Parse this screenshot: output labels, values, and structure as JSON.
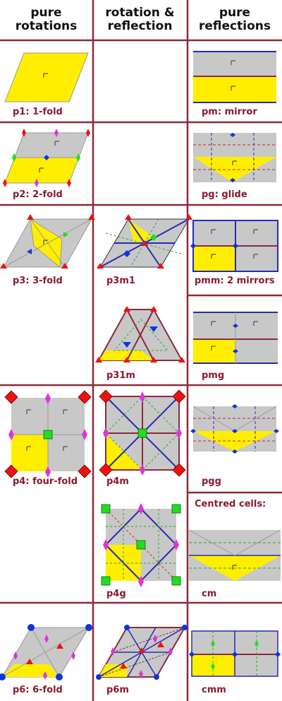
{
  "headers": {
    "rotations": [
      "pure",
      "rotations"
    ],
    "mixed": [
      "rotation &",
      "reflection"
    ],
    "reflections": [
      "pure",
      "reflections"
    ]
  },
  "labels": {
    "p1": "p1: 1-fold",
    "p2": "p2: 2-fold",
    "p3": "p3: 3-fold",
    "p4": "p4: four-fold",
    "p6": "p6: 6-fold",
    "p3m1": "p3m1",
    "p31m": "p31m",
    "p4m": "p4m",
    "p4g": "p4g",
    "p6m": "p6m",
    "pm": "pm: mirror",
    "pg": "pg: glide",
    "pmm": "pmm: 2 mirrors",
    "pmg": "pmg",
    "pgg": "pgg",
    "centred": "Centred cells:",
    "cm": "cm",
    "cmm": "cmm"
  },
  "colors": {
    "grid": "#8b2a3a",
    "fill_gray": "#c8c8c8",
    "fill_yellow": "#ffee00",
    "mirror_blue": "#2a2ab0",
    "glide_red": "#cc2222",
    "glide_green": "#22aa22",
    "rot_red": "#ee1111",
    "rot_green": "#22dd22",
    "rot_blue": "#1133dd",
    "rot_magenta": "#dd33dd",
    "label": "#8a1a2e"
  }
}
